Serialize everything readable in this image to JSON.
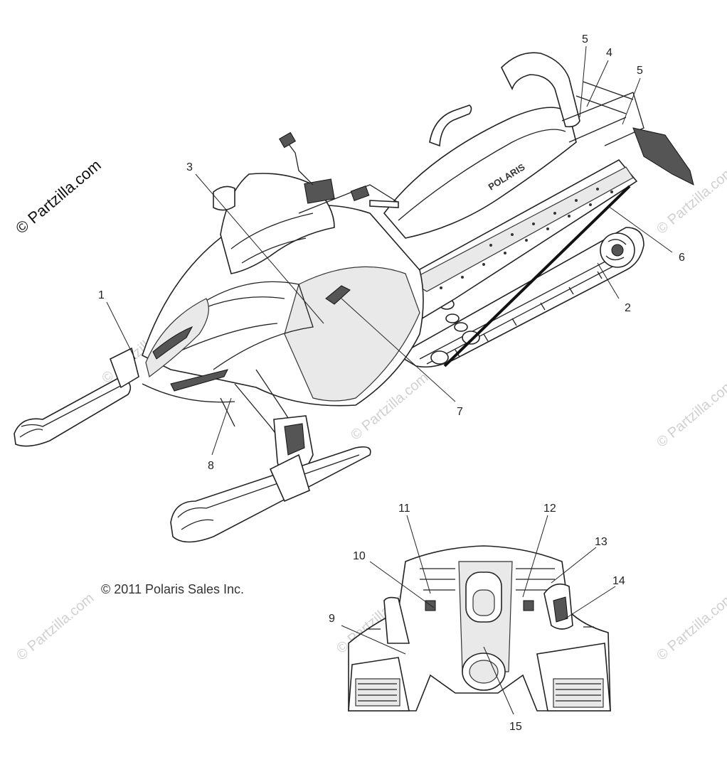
{
  "watermark": {
    "site_mark": "© Partzilla.com",
    "repeat_text": "© Partzilla.com"
  },
  "copyright": "© 2011 Polaris Sales Inc.",
  "brand_decal": "POLARIS",
  "callouts": [
    "1",
    "2",
    "3",
    "4",
    "5",
    "5",
    "6",
    "7",
    "8",
    "9",
    "10",
    "11",
    "12",
    "13",
    "14",
    "15"
  ]
}
